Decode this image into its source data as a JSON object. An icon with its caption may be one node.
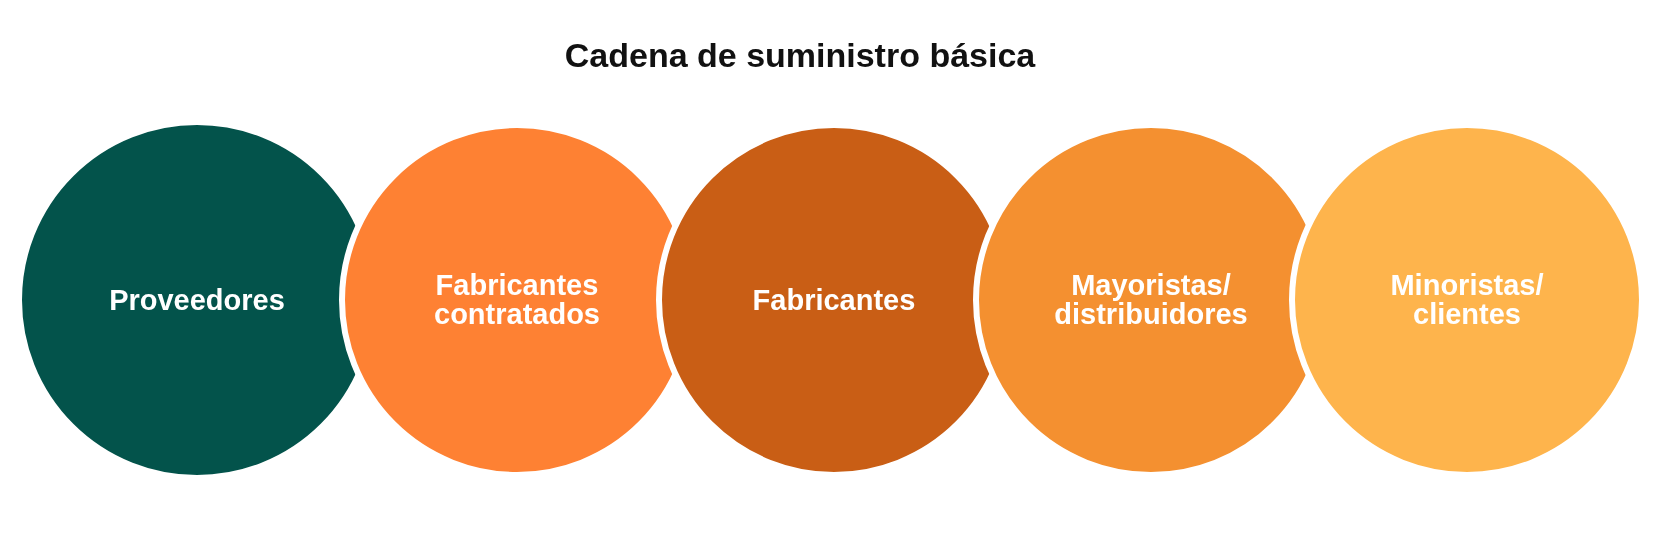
{
  "diagram": {
    "title": "Cadena de suministro básica",
    "nodes": [
      {
        "text": [
          "Proveedores"
        ]
      },
      {
        "text": [
          "Fabricantes contratados"
        ]
      },
      {
        "text": [
          "Fabricantes"
        ]
      },
      {
        "text": [
          "Mayoristas/ distribuidores"
        ]
      },
      {
        "text": [
          "Minoristas/ clientes"
        ]
      }
    ]
  }
}
